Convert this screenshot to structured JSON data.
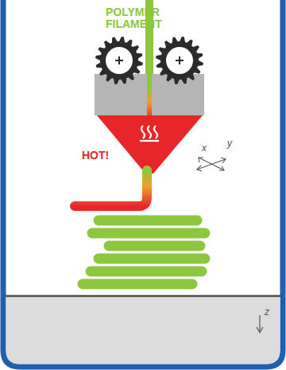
{
  "diagram": {
    "labels": [
      "POLYMER FILAMENT",
      "HOT!",
      "x",
      "y",
      "z"
    ]
  }
}
